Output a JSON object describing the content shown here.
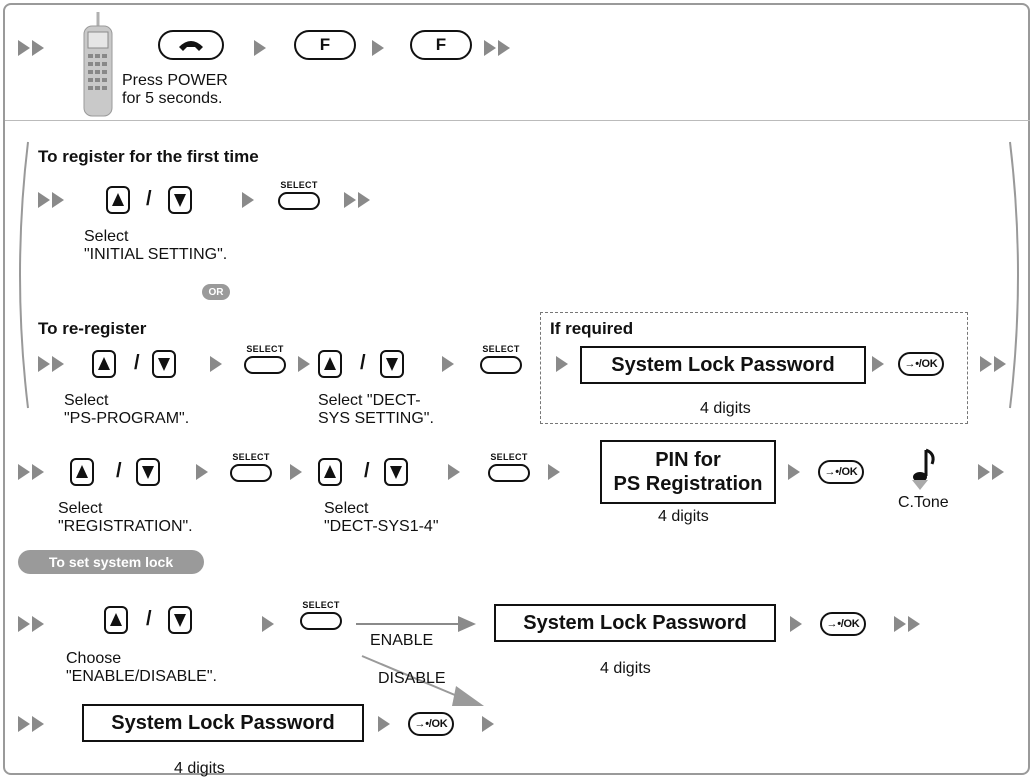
{
  "header": {
    "power_text_line1": "Press POWER",
    "power_text_line2": "for 5 seconds.",
    "f_key_label": "F"
  },
  "section_first": {
    "title": "To register for the first time",
    "select_line1": "Select",
    "select_line2": "\"INITIAL SETTING\".",
    "or_label": "OR"
  },
  "section_reregister": {
    "title": "To re-register",
    "select1_line1": "Select",
    "select1_line2": "\"PS-PROGRAM\".",
    "select2_line1": "Select \"DECT-",
    "select2_line2": "SYS SETTING\".",
    "if_required": "If required",
    "password_box": "System Lock Password",
    "digits": "4 digits"
  },
  "section_registration": {
    "select1_line1": "Select",
    "select1_line2": "\"REGISTRATION\".",
    "select2_line1": "Select",
    "select2_line2": "\"DECT-SYS1-4\"",
    "pin_line1": "PIN for",
    "pin_line2": "PS Registration",
    "digits": "4 digits",
    "tone": "C.Tone"
  },
  "section_lock": {
    "title": "To set system lock",
    "choose_line1": "Choose",
    "choose_line2": "\"ENABLE/DISABLE\".",
    "enable": "ENABLE",
    "disable": "DISABLE",
    "password_box": "System Lock Password",
    "digits": "4 digits",
    "password_box2": "System Lock Password",
    "digits2": "4 digits"
  },
  "keys": {
    "select_label": "SELECT",
    "ok_label": "→•/OK",
    "slash": "/"
  }
}
